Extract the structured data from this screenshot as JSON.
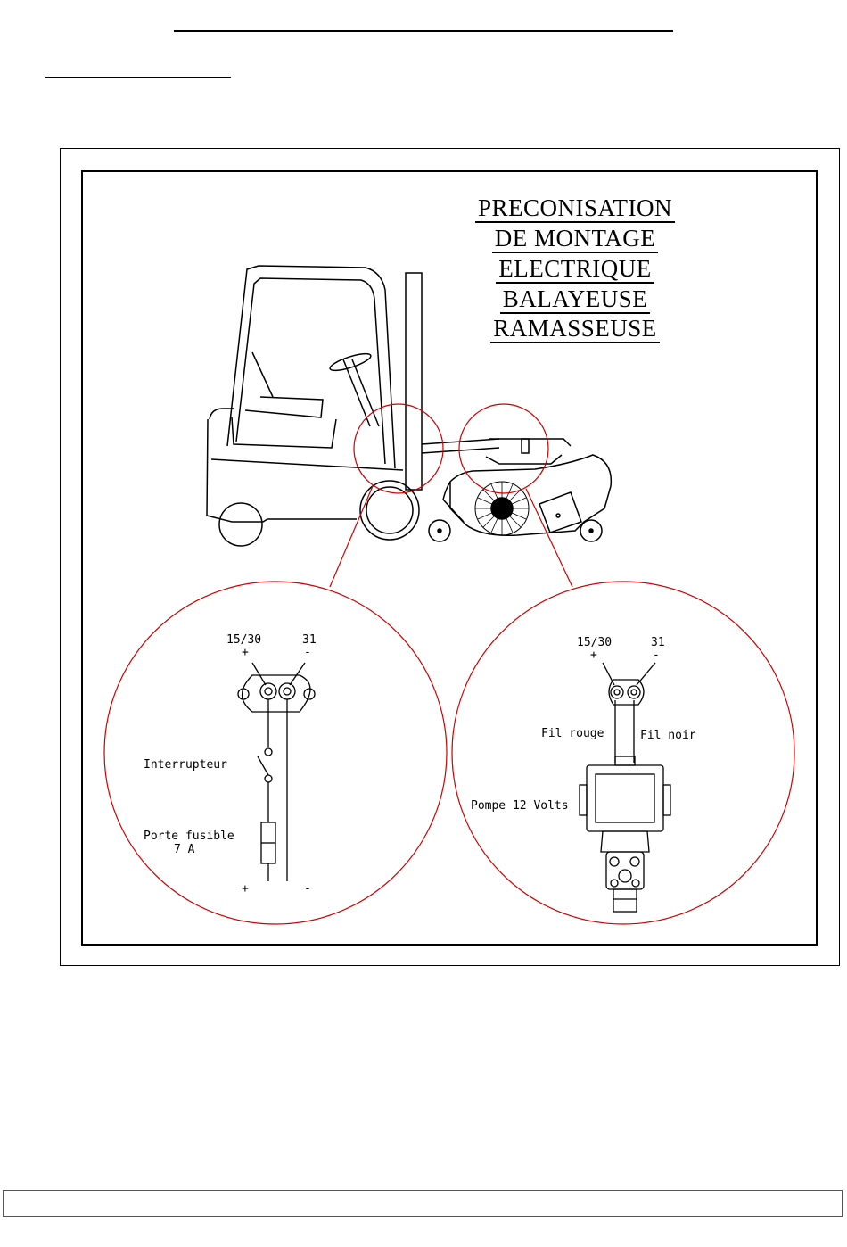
{
  "title": {
    "lines": [
      "PRECONISATION",
      "DE MONTAGE",
      "ELECTRIQUE",
      "BALAYEUSE",
      "RAMASSEUSE"
    ]
  },
  "left_detail": {
    "terminal_positive": "15/30",
    "terminal_negative": "31",
    "plus": "+",
    "minus": "-",
    "switch_label": "Interrupteur",
    "fuse_label_1": "Porte fusible",
    "fuse_label_2": "7 A",
    "bottom_plus": "+",
    "bottom_minus": "-"
  },
  "right_detail": {
    "terminal_positive": "15/30",
    "terminal_negative": "31",
    "plus": "+",
    "minus": "-",
    "wire_red": "Fil rouge",
    "wire_black": "Fil noir",
    "pump_label": "Pompe 12 Volts"
  },
  "colors": {
    "detail_circle": "#cc0000",
    "ink": "#000000"
  }
}
